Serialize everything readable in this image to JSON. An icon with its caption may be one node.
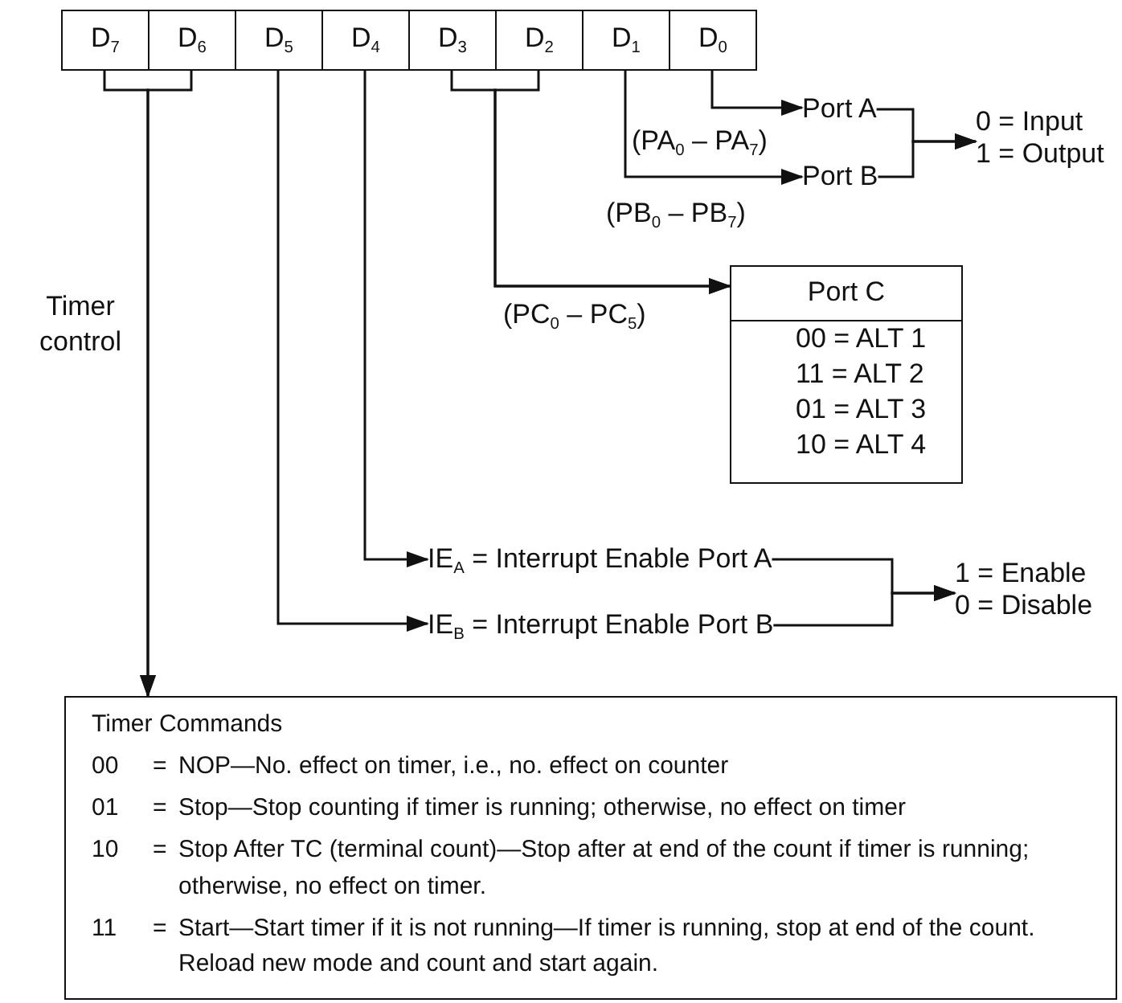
{
  "diagram": {
    "nodes": [
      {
        "text": [
          "D$_{7}$"
        ]
      },
      {
        "text": [
          "D$_{6}$"
        ]
      },
      {
        "text": [
          "D$_{5}$"
        ]
      },
      {
        "text": [
          "D$_{4}$"
        ]
      },
      {
        "text": [
          "D$_{3}$"
        ]
      },
      {
        "text": [
          "D$_{2}$"
        ]
      },
      {
        "text": [
          "D$_{1}$"
        ]
      },
      {
        "text": [
          "D$_{0}$"
        ]
      },
      {
        "text": [
          "Port A"
        ],
        "beside": [
          "(PA$_{0}$ – PA$_{7}$)"
        ]
      },
      {
        "text": [
          "Port B"
        ],
        "beside": [
          "(PB$_{0}$ – PB$_{7}$)"
        ]
      },
      {
        "text": [
          "0 = Input",
          "1 = Output"
        ]
      },
      {
        "text": [
          "Port C",
          "00 = ALT 1",
          "11 = ALT 2",
          "01 = ALT 3",
          "10 = ALT 4"
        ],
        "beside": [
          "(PC$_{0}$ – PC$_{5}$)"
        ]
      },
      {
        "text": [
          "IE$_{A}$ = Interrupt Enable Port A"
        ]
      },
      {
        "text": [
          "IE$_{B}$ = Interrupt Enable Port B"
        ]
      },
      {
        "text": [
          "1 = Enable",
          "0 = Disable"
        ]
      },
      {
        "text": [
          "Timer Commands",
          "00",
          "=",
          "NOP—No. effect on timer, i.e., no. effect on counter",
          "01",
          "=",
          "Stop—Stop counting if timer is running; otherwise, no effect on timer",
          "10",
          "=",
          "Stop After TC (terminal count)—Stop after at end of the count if timer is running; otherwise, no effect on timer.",
          "11",
          "=",
          "Start—Start timer if it is not running—If timer is running, stop at end of the count. Reload new mode and count and start again."
        ]
      }
    ],
    "edges": [
      {
        "from": 7,
        "to": 8,
        "arrow": "to"
      },
      {
        "from": 6,
        "to": 9,
        "arrow": "to"
      },
      {
        "from": 8,
        "to": 10,
        "arrow": "to"
      },
      {
        "from": 9,
        "to": 10,
        "arrow": "to"
      },
      {
        "from": 4,
        "to": 11,
        "arrow": "to"
      },
      {
        "from": 5,
        "to": 11,
        "arrow": "to"
      },
      {
        "from": 3,
        "to": 12,
        "arrow": "to"
      },
      {
        "from": 2,
        "to": 13,
        "arrow": "to"
      },
      {
        "from": 12,
        "to": 14,
        "arrow": "to"
      },
      {
        "from": 13,
        "to": 14,
        "arrow": "to"
      },
      {
        "from": 0,
        "to": 15,
        "arrow": "to"
      },
      {
        "from": 1,
        "to": 15,
        "arrow": "to"
      }
    ],
    "labels": [
      "Timer control"
    ]
  }
}
